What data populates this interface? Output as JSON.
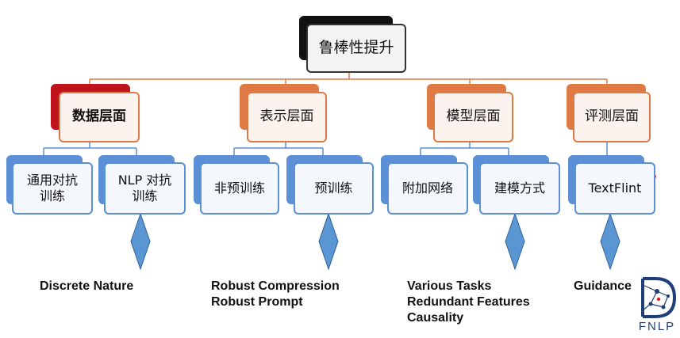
{
  "root": {
    "label": "鲁棒性提升"
  },
  "categories": [
    {
      "label": "数据层面",
      "items": [
        "通用对抗训练",
        "NLP 对抗训练"
      ],
      "notes": [
        "Discrete Nature"
      ]
    },
    {
      "label": "表示层面",
      "items": [
        "非预训练",
        "预训练"
      ],
      "notes": [
        "Robust Compression",
        "Robust Prompt"
      ]
    },
    {
      "label": "模型层面",
      "items": [
        "附加网络",
        "建模方式"
      ],
      "notes": [
        "Various Tasks",
        "Redundant Features",
        "Causality"
      ]
    },
    {
      "label": "评测层面",
      "items": [
        "TextFlint"
      ],
      "notes": [
        "Guidance"
      ]
    }
  ],
  "logo": {
    "text": "FNLP"
  },
  "colors": {
    "root_shadow": "#111111",
    "data_shadow": "#c0141c",
    "orange": "#e07a45",
    "blue": "#5b8fd6",
    "diamond": "#5a96d2"
  }
}
